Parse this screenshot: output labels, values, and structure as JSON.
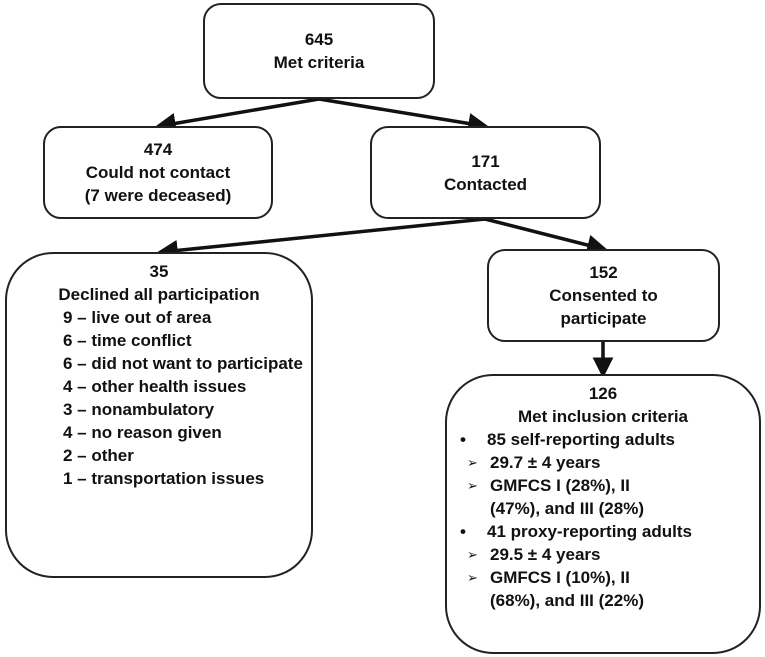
{
  "nodes": {
    "met_criteria": {
      "count": "645",
      "label": "Met criteria"
    },
    "could_not_contact": {
      "count": "474",
      "label": "Could not contact",
      "note": "(7 were deceased)"
    },
    "contacted": {
      "count": "171",
      "label": "Contacted"
    },
    "declined": {
      "count": "35",
      "label": "Declined all participation",
      "reasons": [
        "9 – live out of area",
        "6 – time conflict",
        "6 – did not want to participate",
        "4 – other health issues",
        "3 – nonambulatory",
        "4 – no reason given",
        "2 – other",
        "1 – transportation issues"
      ]
    },
    "consented": {
      "count": "152",
      "label_line1": "Consented to",
      "label_line2": "participate"
    },
    "inclusion": {
      "count": "126",
      "label": "Met inclusion criteria",
      "bullet_symbol": "•",
      "arrow_symbol": "➢",
      "groups": [
        {
          "label": "85 self-reporting adults",
          "details": [
            {
              "line1": "29.7 ± 4 years",
              "line2": ""
            },
            {
              "line1": "GMFCS I (28%), II",
              "line2": "(47%), and III (28%)"
            }
          ]
        },
        {
          "label": "41 proxy-reporting adults",
          "details": [
            {
              "line1": "29.5 ± 4 years",
              "line2": ""
            },
            {
              "line1": "GMFCS I (10%), II",
              "line2": "(68%), and III (22%)"
            }
          ]
        }
      ]
    }
  },
  "colors": {
    "border": "#222222",
    "arrow": "#111111",
    "text": "#111111"
  }
}
